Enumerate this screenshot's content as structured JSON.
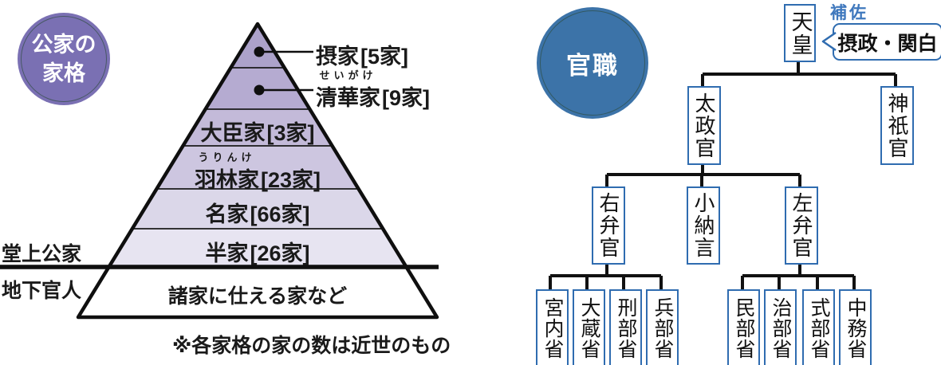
{
  "badge_left": {
    "line1": "公家の",
    "line2": "家格"
  },
  "badge_right": {
    "label": "官職"
  },
  "pyramid": {
    "callouts": [
      {
        "furigana": "",
        "name": "摂家",
        "count": "[5家]"
      },
      {
        "furigana": "せいがけ",
        "name": "清華家",
        "count": "[9家]"
      }
    ],
    "levels": [
      {
        "furigana": "",
        "name": "大臣家",
        "count": "[3家]"
      },
      {
        "furigana": "うりんけ",
        "name": "羽林家",
        "count": "[23家]"
      },
      {
        "furigana": "",
        "name": "名家",
        "count": "[66家]"
      },
      {
        "furigana": "",
        "name": "半家",
        "count": "[26家]"
      },
      {
        "furigana": "",
        "name": "諸家に仕える家など",
        "count": ""
      }
    ],
    "side_label_top": "堂上公家",
    "side_label_bottom": "地下官人",
    "note": "※各家格の家の数は近世のもの"
  },
  "orgchart": {
    "helper_label": "補佐",
    "bubble": "摂政・関白",
    "nodes": {
      "tenno": "天皇",
      "dajokan": "太政官",
      "jingikan": "神祇官",
      "ubenkan": "右弁官",
      "shonagon": "小納言",
      "sabenkan": "左弁官"
    },
    "ministries_under_ubenkan": [
      "宮内省",
      "大蔵省",
      "刑部省",
      "兵部省"
    ],
    "ministries_under_sabenkan": [
      "民部省",
      "治部省",
      "式部省",
      "中務省"
    ]
  },
  "colors": {
    "badge_left_fill": "#7a70b3",
    "badge_right_fill": "#3c73a8",
    "box_border": "#2f6cb0",
    "helper_text": "#3f78bd",
    "line_color": "#111111",
    "pyramid_bands": [
      "#aca2ca",
      "#b5abd1",
      "#c3bad9",
      "#cdc6e0",
      "#dbd7e9",
      "#e7e4f1",
      "#ffffff"
    ]
  }
}
